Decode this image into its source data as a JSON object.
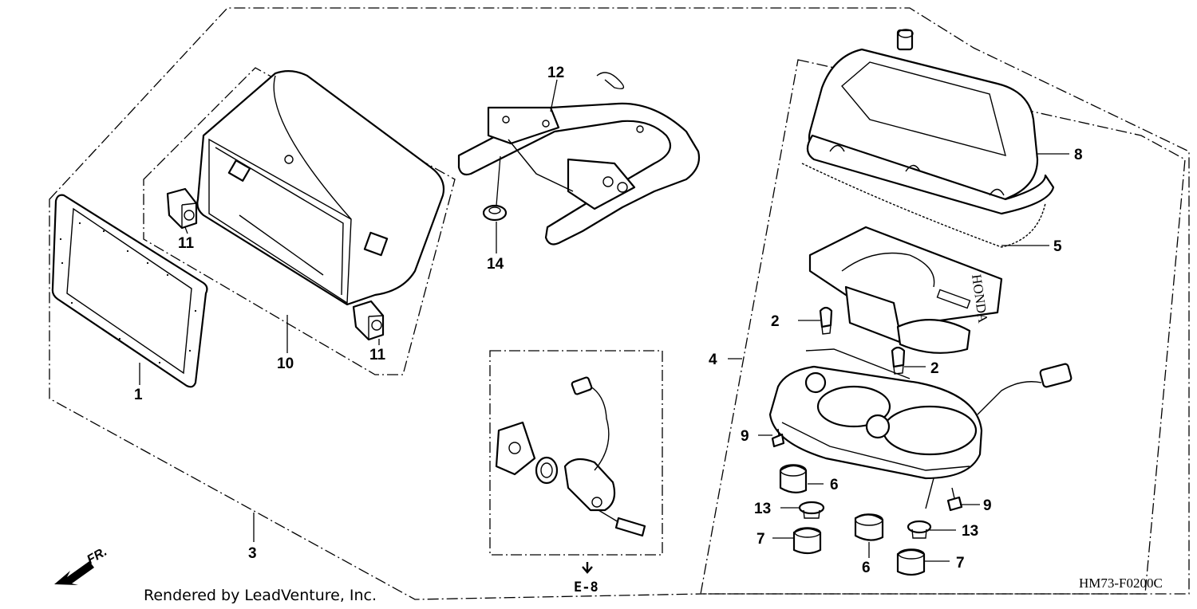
{
  "diagram": {
    "credit": "Rendered by LeadVenture, Inc.",
    "figure_code": "HM73-F0200C",
    "direction_label": "FR.",
    "reference": "E-8",
    "callouts": {
      "c1": "1",
      "c2a": "2",
      "c2b": "2",
      "c3": "3",
      "c4": "4",
      "c5": "5",
      "c6a": "6",
      "c6b": "6",
      "c7a": "7",
      "c7b": "7",
      "c8": "8",
      "c9a": "9",
      "c9b": "9",
      "c10": "10",
      "c11a": "11",
      "c11b": "11",
      "c12": "12",
      "c13a": "13",
      "c13b": "13",
      "c14": "14"
    }
  }
}
